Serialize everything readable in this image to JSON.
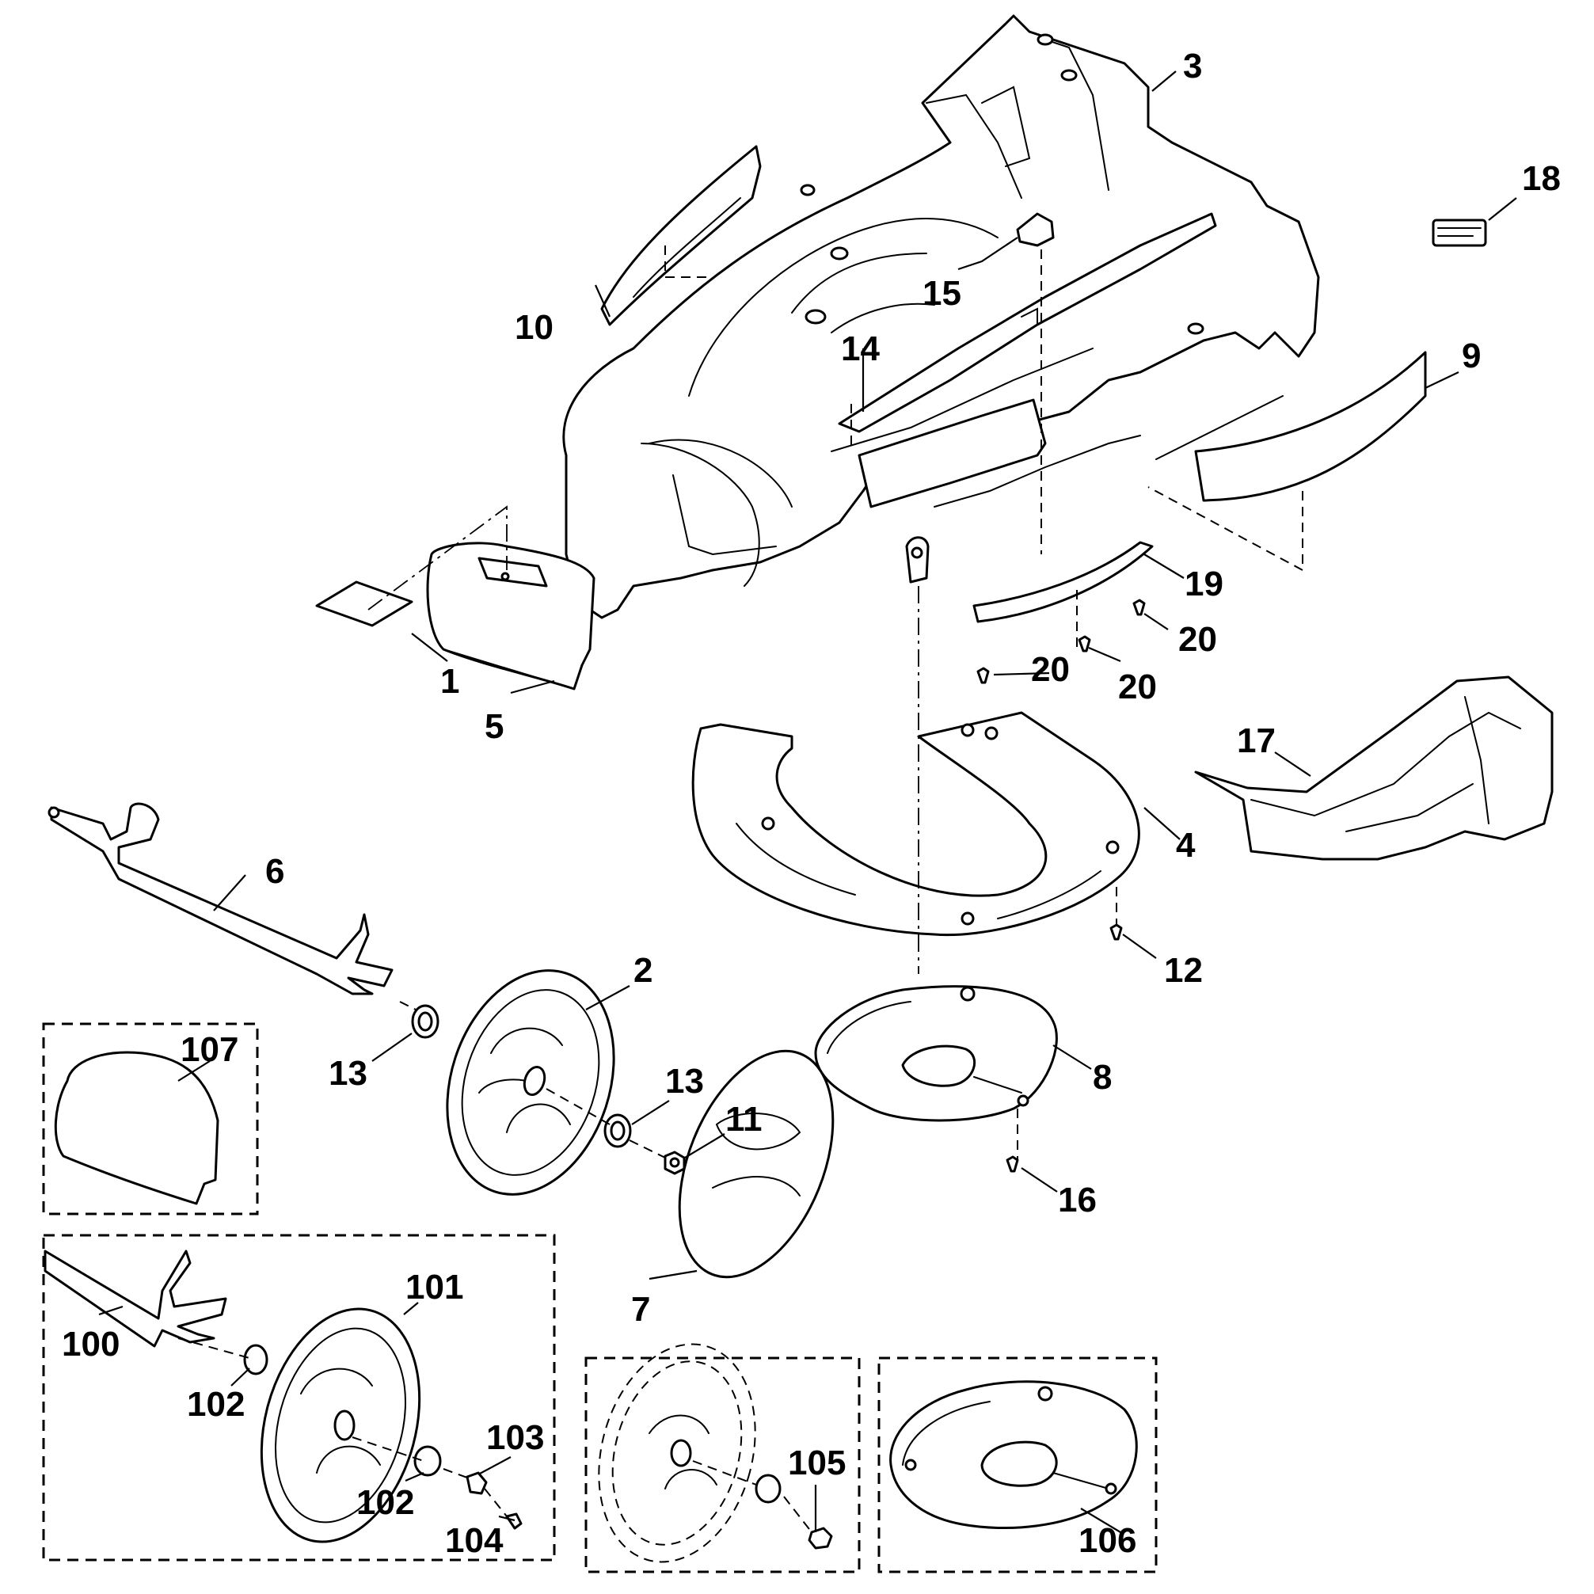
{
  "callouts": [
    "1",
    "2",
    "3",
    "4",
    "5",
    "6",
    "7",
    "8",
    "9",
    "10",
    "11",
    "12",
    "13",
    "14",
    "15",
    "16",
    "17",
    "18",
    "19",
    "20",
    "100",
    "101",
    "102",
    "103",
    "104",
    "105",
    "106",
    "107"
  ],
  "label_18_text": "",
  "colors": {
    "ink": "#000000",
    "paper": "#ffffff"
  }
}
